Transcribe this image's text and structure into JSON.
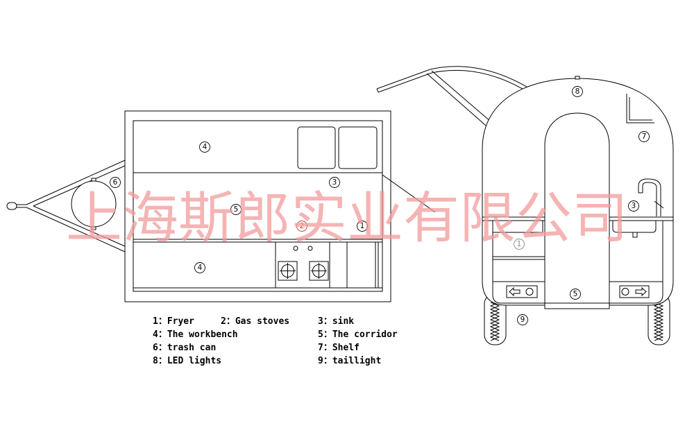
{
  "colors": {
    "background": "#ffffff",
    "line": "#000000",
    "watermark": "#f29b9b",
    "highlight_label": "#c0392b",
    "muted_label": "#888888"
  },
  "watermark": {
    "text": "上海斯郎实业有限公司"
  },
  "top_view": {
    "labels": {
      "workbench_upper": "4",
      "sink": "3",
      "corridor": "5",
      "gas_stoves": "2",
      "fryer": "1",
      "workbench_lower": "4",
      "trash_can": "6"
    }
  },
  "rear_view": {
    "labels": {
      "led_lights": "8",
      "shelf": "7",
      "sink": "3",
      "fryer": "1",
      "corridor": "5",
      "taillight": "9"
    }
  },
  "legend": {
    "items": [
      "1：Fryer",
      "2：Gas stoves",
      "3：sink",
      "4：The workbench",
      "5：The corridor",
      "6：trash can",
      "7：Shelf",
      "8：LED lights",
      "9：taillight"
    ]
  }
}
